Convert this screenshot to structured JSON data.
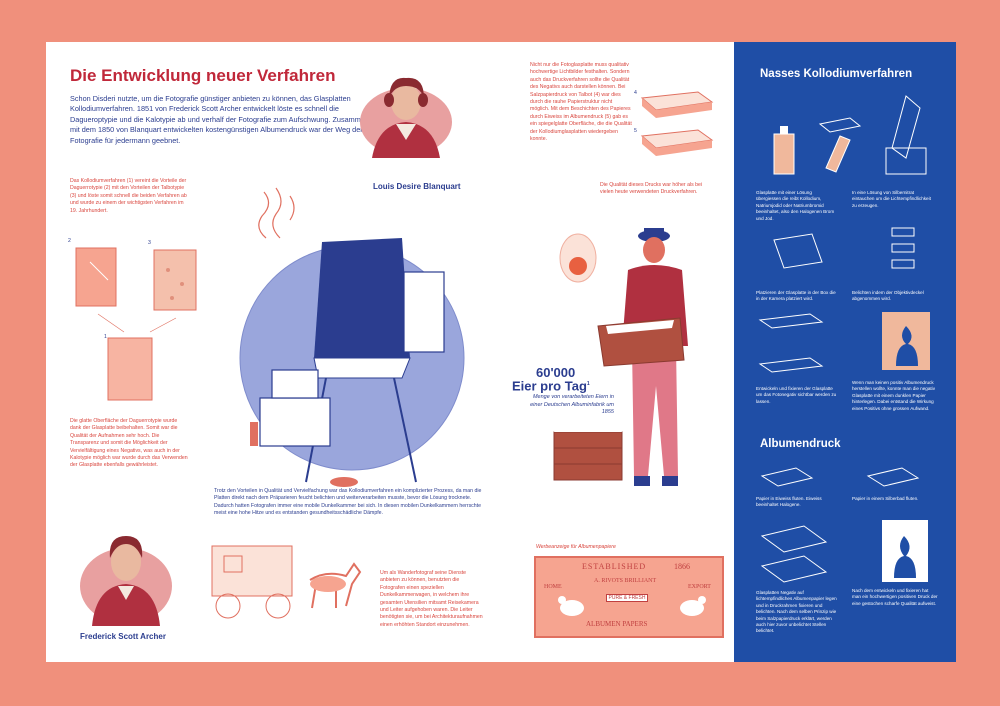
{
  "header": {
    "title": "Die Entwicklung neuer Verfahren",
    "intro": "Schon Disderi nutzte, um die Fotografie günstiger anbieten zu können, das Glasplatten Kollodiumverfahren. 1851 von Frederick Scott Archer entwickelt löste es schnell die Dagueroptypie und die Kalotypie ab und verhalf der Fotografie zum Aufschwung. Zusammen mit dem 1850 von Blanquart entwickelten kostengünstigen Albumendruck war der Weg der Fotografie für jedermann geebnet."
  },
  "portraits": {
    "blanquart": "Louis Desire Blanquart",
    "archer": "Frederick Scott Archer"
  },
  "notes": {
    "kollodium": "Das Kollodiumverfahren (1) vereint die Vorteile der Daguerrotypie (2) mit den Vorteilen der Talbotypie (3) und löste somit schnell die beiden Verfahren ab und wurde zu einem der wichtigsten Verfahren im 19. Jahrhundert.",
    "glatt": "Die glatte Oberfläche der Daguerrotypie wurde dank der Glasplatte beibehalten. Somit war die Qualität der Aufnahmen sehr hoch. Die Transparenz und somit die Möglichkeit der Vervielfältigung eines Negativs, was auch in der Kalotypie möglich war wurde durch das Verwenden der Glasplatte ebenfalls gewährleistet.",
    "dunkelkammer": "Trotz den Vorteilen in Qualität und Vervielfachung war das Kollodiumverfahren ein komplizierter Prozess, da man die Platten direkt nach dem Präparieren feucht belichten und weiterverarbeiten musste, bevor die Lösung trocknete. Dadurch hatten Fotografen immer eine mobile Dunkelkammer bei sich. In diesen mobilen Dunkelkammern herrschte meist eine hohe Hitze und es entstanden gesundheitsschädliche Dämpfe.",
    "wander": "Um als Wanderfotograf seine Dienste anbieten zu können, benutzten die Fotografen einen speziellen Dunkelkammerwagen, in welchem ihre gesamten Utensilien mitsamt Reisekamera und Leiter aufgehoben waren. Die Leiter benötigten sie, um bei Architekturaufnahmen einen erhöhten Standort einzunehmen.",
    "foto": "Nicht nur die Fotoglasplatte muss qualitativ hochwertige Lichtbilder festhalten. Sondern auch das Druckverfahren sollte die Qualität des Negativs auch darstellen können. Bei Salzpapierdruck von Talbot (4) war dies durch die rauhe Papierstruktur nicht möglich. Mit dem Beschichten des Papieres durch Eiweiss im Albumendruck (5) gab es ein spiegelglatte Oberfläche, die die Qualität der Kollodiumglasplatten wiedergeben konnte.",
    "druck": "Die Qualität dieses Drucks war höher als bei vielen heute verwendeten Druckverfahren.",
    "werbe": "Werbeanzeige für Albumenpapiere"
  },
  "labels": {
    "n1": "1",
    "n2": "2",
    "n3": "3",
    "n4": "4",
    "n5": "5"
  },
  "eggs": {
    "count": "60'000",
    "unit": "Eier pro Tag",
    "sup": "1",
    "caption": "Menge von verarbeiteten Eiern in einer Deutschen Albuminfabrik um 1855"
  },
  "stamp": {
    "established": "ESTABLISHED",
    "year": "1866",
    "home": "HOME",
    "export": "EXPORT",
    "brand": "A. RIVOTS BRILLIANT",
    "pure": "PURE & FRESH",
    "product": "ALBUMEN PAPERS"
  },
  "panel": {
    "kollodium_title": "Nasses Kollodiumverfahren",
    "albumen_title": "Albumendruck",
    "k1": "Glasplatte mit einer Lösung übergiessen die reibt Kollodium, Natriumjodid oder Natriumbromid beeinhaltet, also den Halogenen Brom und Jod.",
    "k2": "In eine Lösung von Silbernitrat eintauchen um die Lichtempfindlichkeit zu erzeugen.",
    "k3": "Platzieren der Glasplatte in der Box die in der Kamera platziert wird.",
    "k4": "Belichten indem der Objektivdeckel abgenommen wird.",
    "k5": "Entwickeln und fixieren der Glasplatte um das Fotonegativ sichtbar werden zu lassen.",
    "k6": "Wenn man keinen positiv Albumendruck herstellen wollte, konnte man die negativ Glasplatte mit einem dunklen Papier hinterlegen. Dabei entstand die Wirkung eines Positivs ohne grossen Aufwand.",
    "a1": "Papier in Eiweiss fluten. Eiweiss beeinhaltet Halogene.",
    "a2": "Papier in einem Silberbad fluten.",
    "a3": "Glasplatten Negativ auf lichtempfindliches Albumenpapier legen und in Druckrahmen fixieren und belichten. Nach dem selben Prinzip wie beim Salzpapierdruck erklärt, werden auch hier zuvor unbelichtet Stellen belichtet.",
    "a4": "Nach dem entwickeln und fixieren hat man ein hochwertigen positiven Druck der eine gestochen scharfe Qualität aufweist."
  },
  "colors": {
    "background": "#f0907c",
    "red": "#c0283a",
    "blue": "#2b3d8f",
    "panel": "#1f4ea6"
  }
}
